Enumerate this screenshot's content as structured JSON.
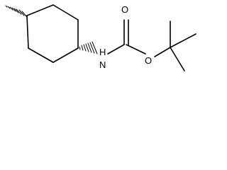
{
  "structure": {
    "atoms": {
      "nitrogen": "N",
      "nitrogen_hydrogen": "H",
      "carbonyl_oxygen": "O",
      "ester_oxygen": "O"
    },
    "bond_color": "#000000",
    "background_color": "#ffffff"
  }
}
